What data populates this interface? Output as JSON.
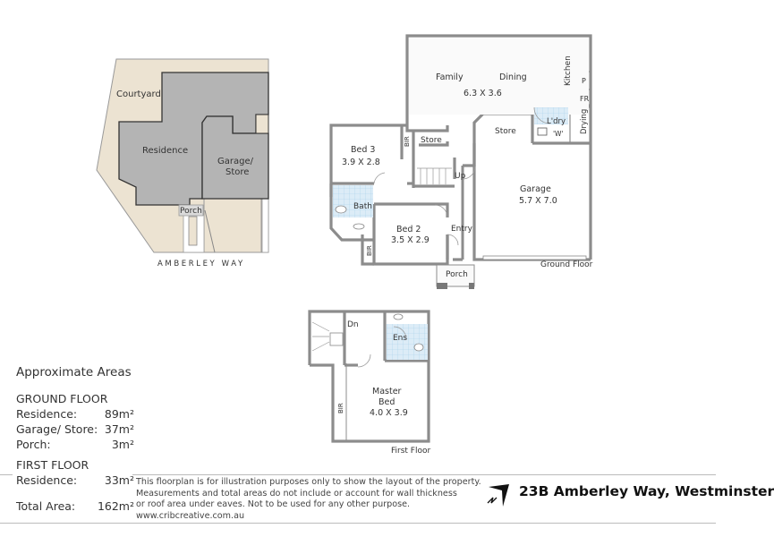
{
  "site_plan": {
    "labels": {
      "courtyard": "Courtyard",
      "residence": "Residence",
      "garage_store_line1": "Garage/",
      "garage_store_line2": "Store",
      "porch": "Porch",
      "street": "AMBERLEY WAY"
    },
    "colors": {
      "land": "#ece3d2",
      "building": "#b4b4b4",
      "porch": "#dadada",
      "outline": "#333333"
    }
  },
  "ground_floor": {
    "title": "Ground Floor",
    "rooms": {
      "family": "Family",
      "dining": "Dining",
      "family_dims": "6.3 X 3.6",
      "kitchen": "Kitchen",
      "pantry": "P",
      "fridge": "FR",
      "laundry": "L'dry",
      "wc": "'W'",
      "drying": "Drying",
      "store_main": "Store",
      "store_small": "Store",
      "bed3": "Bed 3",
      "bed3_dims": "3.9 X 2.8",
      "bir1": "BIR",
      "bath": "Bath",
      "bed2": "Bed 2",
      "bed2_dims": "3.5 X 2.9",
      "bir2": "BIR",
      "up": "Up",
      "entry": "Entry",
      "porch": "Porch",
      "garage": "Garage",
      "garage_dims": "5.7 X 7.0"
    }
  },
  "first_floor": {
    "title": "First Floor",
    "rooms": {
      "dn": "Dn",
      "ens": "Ens",
      "master_line1": "Master",
      "master_line2": "Bed",
      "master_dims": "4.0 X 3.9",
      "bir": "BIR"
    }
  },
  "areas": {
    "heading": "Approximate Areas",
    "ground_floor_heading": "GROUND FLOOR",
    "ground_floor": [
      {
        "label": "Residence:",
        "value": "89m²"
      },
      {
        "label": "Garage/ Store:",
        "value": "37m²"
      },
      {
        "label": "Porch:",
        "value": "3m²"
      }
    ],
    "first_floor_heading": "FIRST FLOOR",
    "first_floor": [
      {
        "label": "Residence:",
        "value": "33m²"
      }
    ],
    "total": {
      "label": "Total Area:",
      "value": "162m²"
    }
  },
  "disclaimer": {
    "line1": "This floorplan is for illustration purposes only to show the layout of the property.",
    "line2": "Measurements and total areas do not include or account for wall thickness",
    "line3": "or roof area under eaves. Not to be used for any other purpose.",
    "line4": "www.cribcreative.com.au"
  },
  "address": "23B Amberley Way, Westminster",
  "colors": {
    "wall": "#8c8c8c",
    "wet_area": "#dcecf7",
    "wet_grid": "#a9d0ea",
    "floor": "#fafafa"
  }
}
